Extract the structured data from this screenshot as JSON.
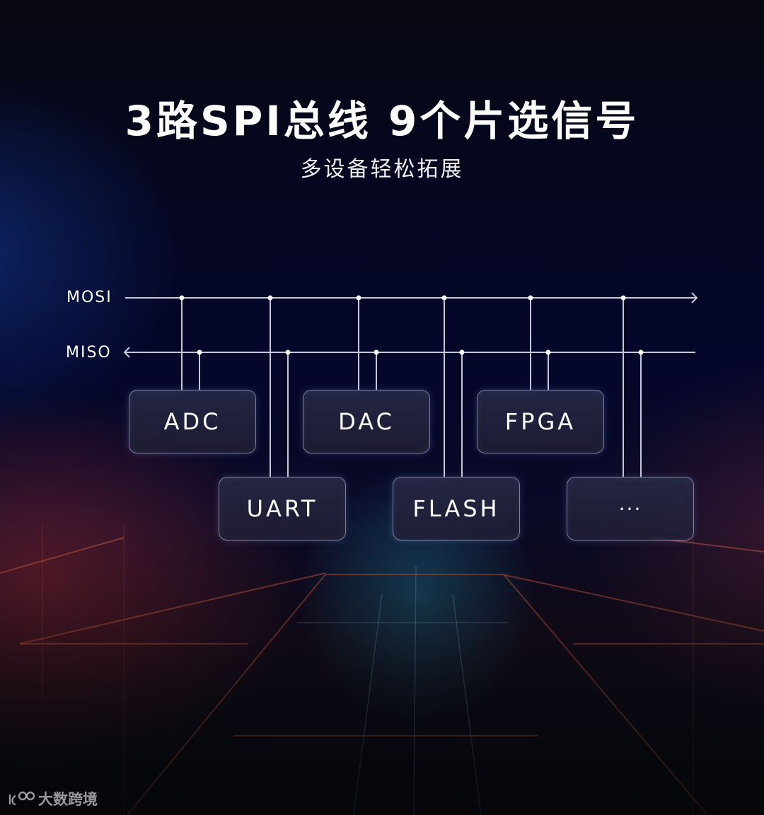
{
  "header": {
    "title": "3路SPI总线 9个片选信号",
    "subtitle": "多设备轻松拓展"
  },
  "bus": {
    "mosi_label": "MOSI",
    "miso_label": "MISO",
    "line_color": "#c5c7d8"
  },
  "devices": [
    {
      "label": "ADC"
    },
    {
      "label": "DAC"
    },
    {
      "label": "FPGA"
    },
    {
      "label": "UART"
    },
    {
      "label": "FLASH"
    },
    {
      "label": "···"
    }
  ],
  "watermark": {
    "logo": "100-logo-icon",
    "text": "大数跨境"
  },
  "colors": {
    "background": "#04051a",
    "text": "#ffffff",
    "box_border": "#c8cde6"
  }
}
